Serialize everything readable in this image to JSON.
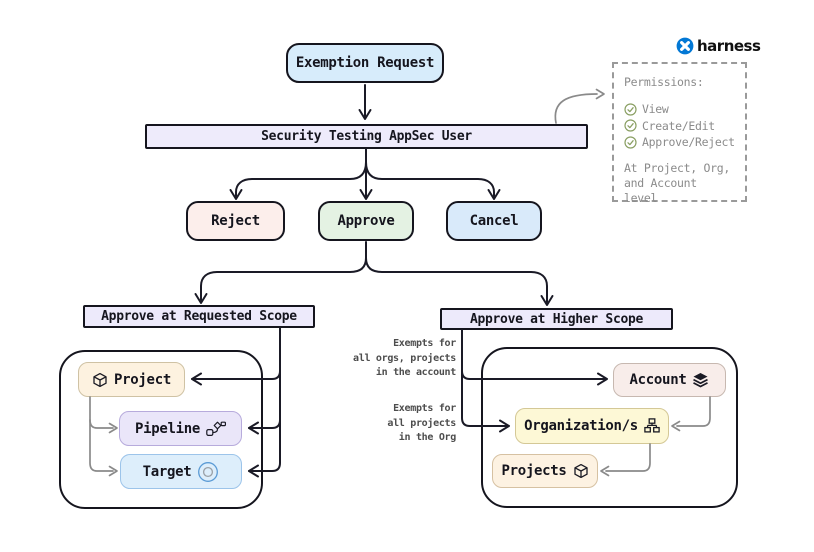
{
  "logo": {
    "text": "harness"
  },
  "nodes": {
    "exemption_request": "Exemption Request",
    "appsec_user": "Security Testing AppSec User",
    "reject": "Reject",
    "approve": "Approve",
    "cancel": "Cancel",
    "requested_scope_header": "Approve at Requested Scope",
    "higher_scope_header": "Approve at Higher Scope",
    "project": "Project",
    "pipeline": "Pipeline",
    "target": "Target",
    "account": "Account",
    "organization": "Organization/s",
    "projects": "Projects"
  },
  "annotations": {
    "account_note": "Exempts for\nall orgs, projects\nin the account",
    "org_note": "Exempts for\nall projects\nin the Org"
  },
  "permissions_panel": {
    "title": "Permissions:",
    "items": [
      {
        "icon": "check-circle-icon",
        "label": "View"
      },
      {
        "icon": "check-circle-icon",
        "label": "Create/Edit"
      },
      {
        "icon": "check-circle-icon",
        "label": "Approve/Reject"
      }
    ],
    "footer": "At Project, Org,\nand Account level"
  },
  "icons": {
    "logo": "harness-logo-icon",
    "project": "cube-icon",
    "pipeline": "pipeline-icon",
    "target": "target-icon",
    "account": "layers-icon",
    "organization": "org-chart-icon",
    "projects": "cube-icon"
  },
  "colors": {
    "exemption_fill": "#d7ecfb",
    "appsec_bar_fill": "#eeebfb",
    "reject_fill": "#fceeeb",
    "approve_fill": "#e4f2e3",
    "cancel_fill": "#d9eafa",
    "scope_header_fill": "#edeafb",
    "project_fill": "#fdf2e0",
    "pipeline_fill": "#eae6f9",
    "target_fill": "#ddeefb",
    "account_fill": "#f8edea",
    "organization_fill": "#fdf8d6",
    "projects_fill": "#fdf2e2",
    "connector_dark": "#1a1a26",
    "connector_gray": "#8a8a8a",
    "check_green": "#8a9f63",
    "harness_blue": "#0278d5"
  }
}
